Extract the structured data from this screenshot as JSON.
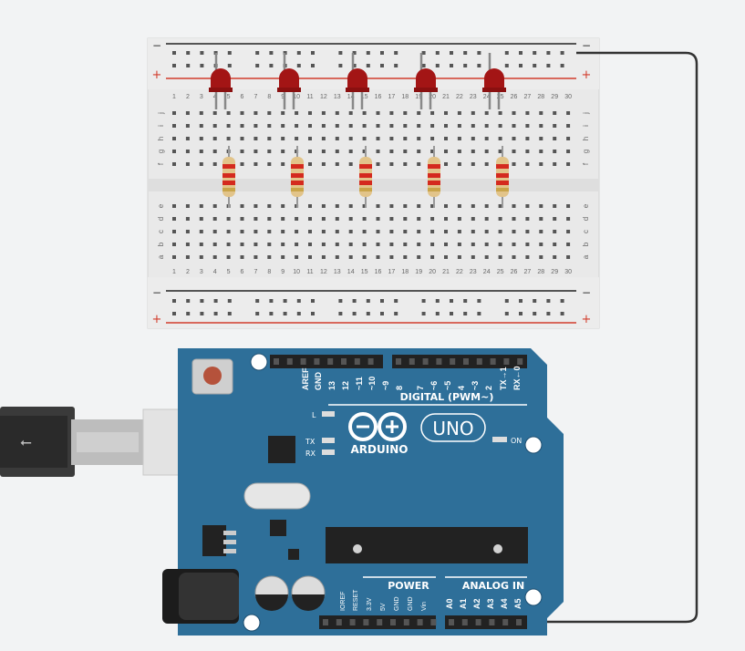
{
  "breadboard": {
    "rail_minus": "−",
    "rail_plus": "+",
    "top_rows": [
      "a",
      "b",
      "c",
      "d",
      "e"
    ],
    "bottom_rows": [
      "f",
      "g",
      "h",
      "i",
      "j"
    ],
    "column_numbers": [
      "1",
      "2",
      "3",
      "4",
      "5",
      "6",
      "7",
      "8",
      "9",
      "10",
      "11",
      "12",
      "13",
      "14",
      "15",
      "16",
      "17",
      "18",
      "19",
      "20",
      "21",
      "22",
      "23",
      "24",
      "25",
      "26",
      "27",
      "28",
      "29",
      "30"
    ]
  },
  "leds": {
    "count": 5,
    "color": "#a31515"
  },
  "resistors": {
    "count": 5
  },
  "arduino": {
    "logo_text": "ARDUINO",
    "model": "UNO",
    "digital_header_label": "DIGITAL (PWM~)",
    "digital_pins": [
      "AREF",
      "GND",
      "13",
      "12",
      "~11",
      "~10",
      "~9",
      "8",
      "7",
      "~6",
      "~5",
      "4",
      "~3",
      "2",
      "TX→1",
      "RX←0"
    ],
    "led_l": "L",
    "led_tx": "TX",
    "led_rx": "RX",
    "led_on": "ON",
    "power_label": "POWER",
    "analog_label": "ANALOG IN",
    "power_pins": [
      "IOREF",
      "RESET",
      "3.3V",
      "5V",
      "GND",
      "GND",
      "Vin"
    ],
    "analog_pins": [
      "A0",
      "A1",
      "A2",
      "A3",
      "A4",
      "A5"
    ]
  },
  "colors": {
    "board_blue": "#2e6f99",
    "rail_red": "#d23c2c",
    "wire": "#333333",
    "background": "#f2f3f4"
  }
}
